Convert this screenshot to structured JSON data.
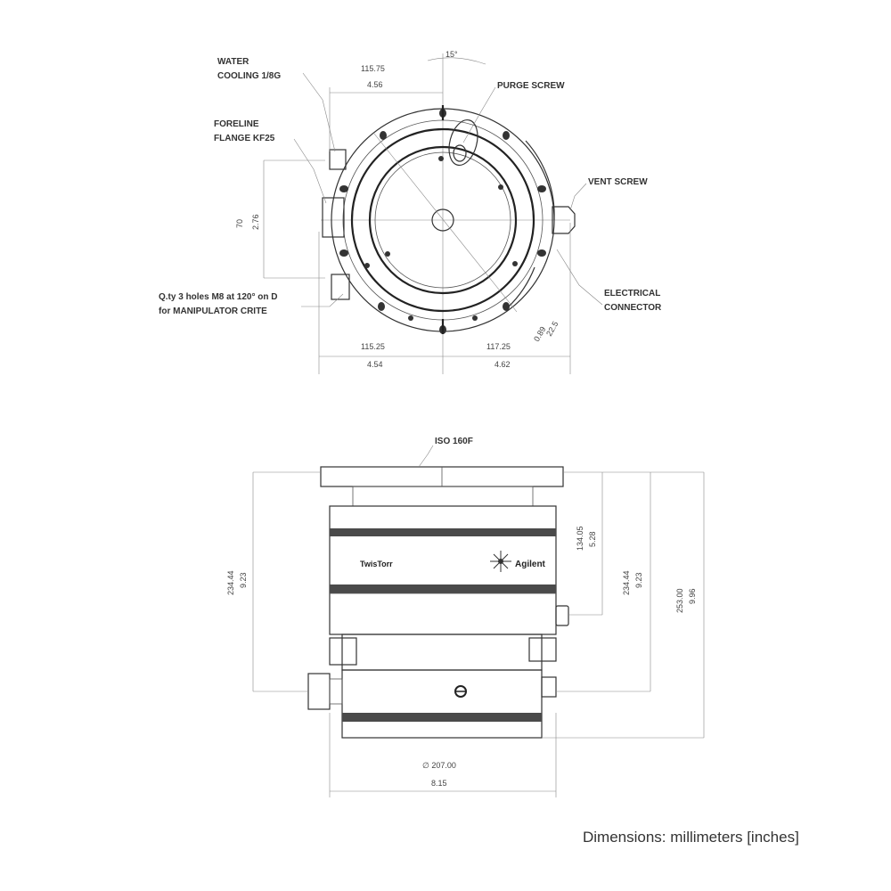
{
  "labels": {
    "water_cooling": [
      "WATER",
      "COOLING 1/8G"
    ],
    "foreline": [
      "FORELINE",
      "FLANGE KF25"
    ],
    "purge_screw": "PURGE SCREW",
    "vent_screw": "VENT SCREW",
    "electrical": [
      "ELECTRICAL",
      "CONNECTOR"
    ],
    "mounting_note": [
      "Q.ty 3 holes M8 at 120° on D",
      "for MANIPULATOR CRITE"
    ],
    "iso_flange": "ISO 160F",
    "brand": "Agilent",
    "body_text": "TwisTorr"
  },
  "dimensions": {
    "top_left": [
      "115.75",
      "4.56"
    ],
    "top_angle": "15°",
    "left_vert": [
      "70",
      "2.76"
    ],
    "bottom_left": [
      "115.25",
      "4.54"
    ],
    "bottom_right": [
      "117.25",
      "4.62"
    ],
    "diag": [
      "22.5",
      "0.89"
    ],
    "side_left": [
      "234.44",
      "9.23"
    ],
    "side_r1": [
      "134.05",
      "5.28"
    ],
    "side_r2": [
      "234.44",
      "9.23"
    ],
    "side_r3": [
      "253.00",
      "9.96"
    ],
    "bottom_width": [
      "∅ 207.00",
      "8.15"
    ]
  },
  "footer": "Dimensions: millimeters [inches]"
}
